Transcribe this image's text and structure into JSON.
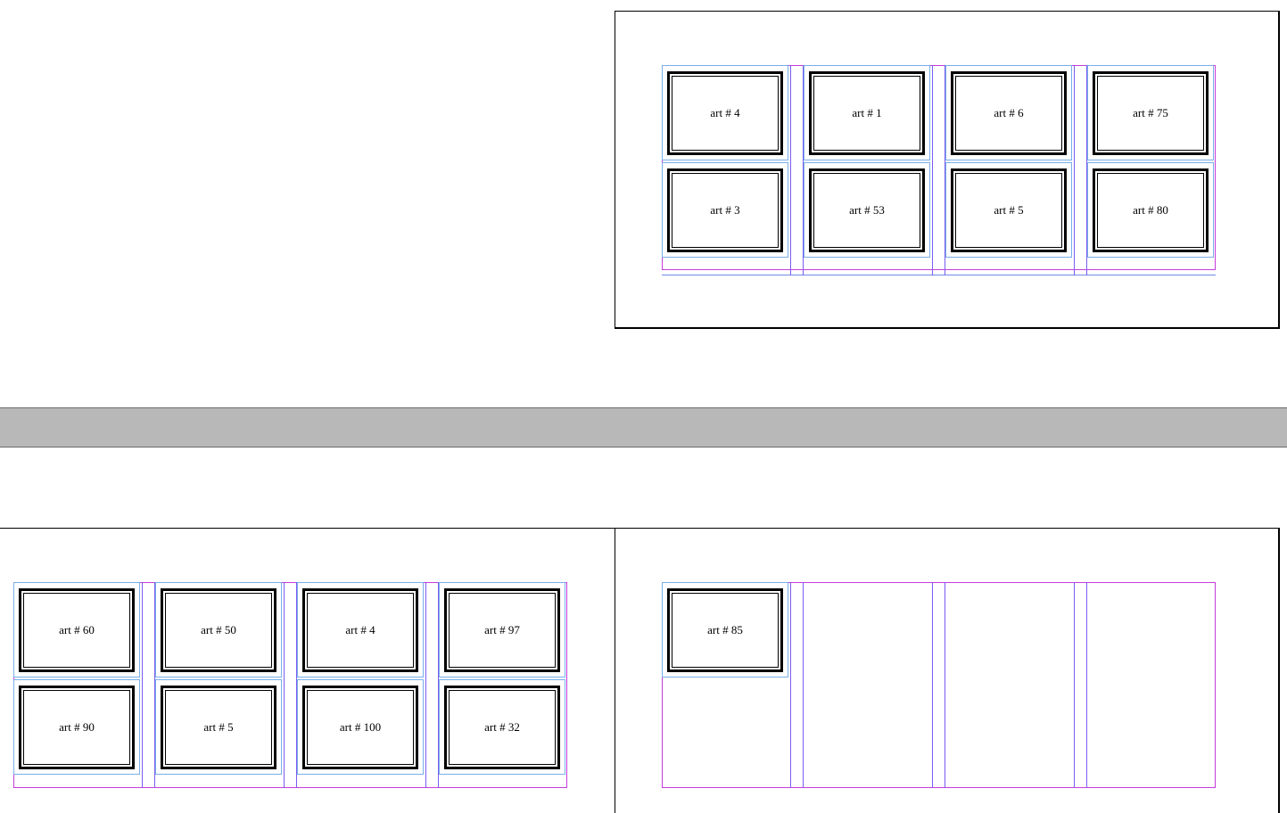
{
  "top_right_page": {
    "tiles": [
      {
        "label": "art # 4"
      },
      {
        "label": "art # 1"
      },
      {
        "label": "art # 6"
      },
      {
        "label": "art # 75"
      },
      {
        "label": "art # 3"
      },
      {
        "label": "art # 53"
      },
      {
        "label": "art # 5"
      },
      {
        "label": "art # 80"
      }
    ]
  },
  "bottom_left_page": {
    "tiles": [
      {
        "label": "art # 60"
      },
      {
        "label": "art # 50"
      },
      {
        "label": "art # 4"
      },
      {
        "label": "art # 97"
      },
      {
        "label": "art # 90"
      },
      {
        "label": "art # 5"
      },
      {
        "label": "art # 100"
      },
      {
        "label": "art # 32"
      }
    ]
  },
  "bottom_right_page": {
    "tiles": [
      {
        "label": "art # 85"
      }
    ]
  },
  "colors": {
    "page_border": "#000000",
    "divider": "#b8b8b8",
    "margin_guide": "#c63cdc",
    "column_guide": "#7a5cf0",
    "frame_guide": "#79aee8"
  }
}
